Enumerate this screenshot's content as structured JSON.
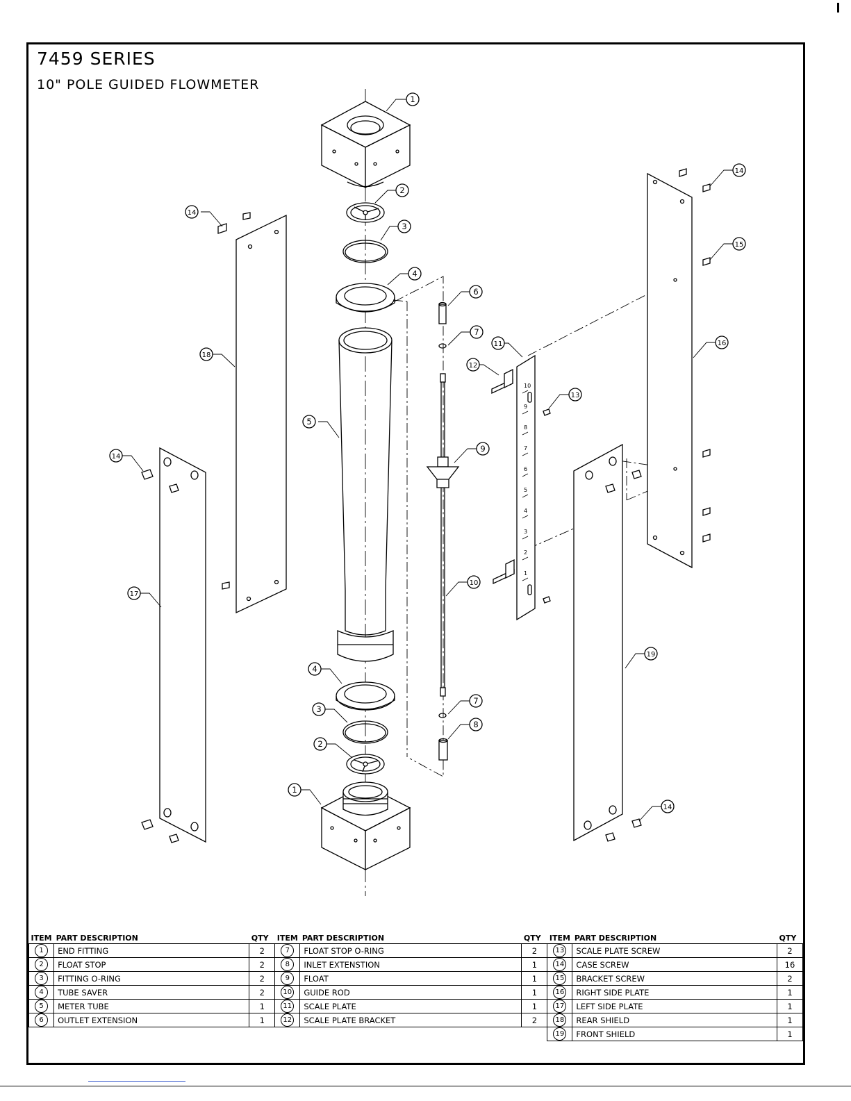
{
  "header": {
    "title": "7459 SERIES",
    "subtitle": "10\" POLE GUIDED FLOWMETER"
  },
  "callouts": {
    "c1": "1",
    "c2": "2",
    "c3": "3",
    "c4": "4",
    "c5": "5",
    "c6": "6",
    "c7": "7",
    "c8": "8",
    "c9": "9",
    "c10": "10",
    "c11": "11",
    "c12": "12",
    "c13": "13",
    "c14": "14",
    "c15": "15",
    "c16": "16",
    "c17": "17",
    "c18": "18",
    "c19": "19"
  },
  "scale_ticks": [
    "1",
    "2",
    "3",
    "4",
    "5",
    "6",
    "7",
    "8",
    "9",
    "10"
  ],
  "bom": {
    "headers": {
      "item": "ITEM",
      "desc": "PART DESCRIPTION",
      "qty": "QTY"
    },
    "rows": [
      [
        {
          "item": "1",
          "desc": "END FITTING",
          "qty": "2"
        },
        {
          "item": "7",
          "desc": "FLOAT STOP O-RING",
          "qty": "2"
        },
        {
          "item": "13",
          "desc": "SCALE PLATE SCREW",
          "qty": "2"
        }
      ],
      [
        {
          "item": "2",
          "desc": "FLOAT STOP",
          "qty": "2"
        },
        {
          "item": "8",
          "desc": "INLET EXTENSTION",
          "qty": "1"
        },
        {
          "item": "14",
          "desc": "CASE SCREW",
          "qty": "16"
        }
      ],
      [
        {
          "item": "3",
          "desc": "FITTING O-RING",
          "qty": "2"
        },
        {
          "item": "9",
          "desc": "FLOAT",
          "qty": "1"
        },
        {
          "item": "15",
          "desc": "BRACKET SCREW",
          "qty": "2"
        }
      ],
      [
        {
          "item": "4",
          "desc": "TUBE SAVER",
          "qty": "2"
        },
        {
          "item": "10",
          "desc": "GUIDE ROD",
          "qty": "1"
        },
        {
          "item": "16",
          "desc": "RIGHT SIDE PLATE",
          "qty": "1"
        }
      ],
      [
        {
          "item": "5",
          "desc": "METER TUBE",
          "qty": "1"
        },
        {
          "item": "11",
          "desc": "SCALE PLATE",
          "qty": "1"
        },
        {
          "item": "17",
          "desc": "LEFT SIDE PLATE",
          "qty": "1"
        }
      ],
      [
        {
          "item": "6",
          "desc": "OUTLET EXTENSION",
          "qty": "1"
        },
        {
          "item": "12",
          "desc": "SCALE PLATE BRACKET",
          "qty": "2"
        },
        {
          "item": "18",
          "desc": "REAR SHIELD",
          "qty": "1"
        }
      ]
    ],
    "last_row": {
      "item": "19",
      "desc": "FRONT SHIELD",
      "qty": "1"
    }
  }
}
